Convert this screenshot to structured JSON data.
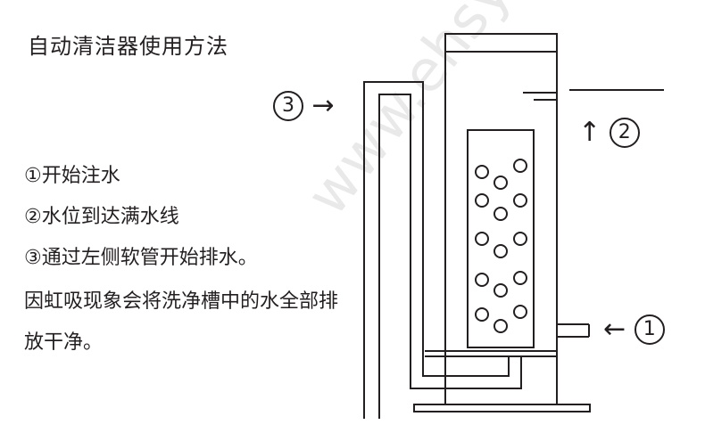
{
  "title": "自动清洁器使用方法",
  "steps": [
    {
      "label": "①开始注水"
    },
    {
      "label": "②水位到达满水线"
    },
    {
      "label": "③通过左侧软管开始排水。"
    }
  ],
  "note": "因虹吸现象会将洗净槽中的水全部排放干净。",
  "callouts": {
    "one": {
      "number": "1",
      "arrow": "←"
    },
    "two": {
      "number": "2",
      "arrow": "↑"
    },
    "three": {
      "number": "3",
      "arrow": "→"
    }
  },
  "watermark": "www.ehsy.com"
}
